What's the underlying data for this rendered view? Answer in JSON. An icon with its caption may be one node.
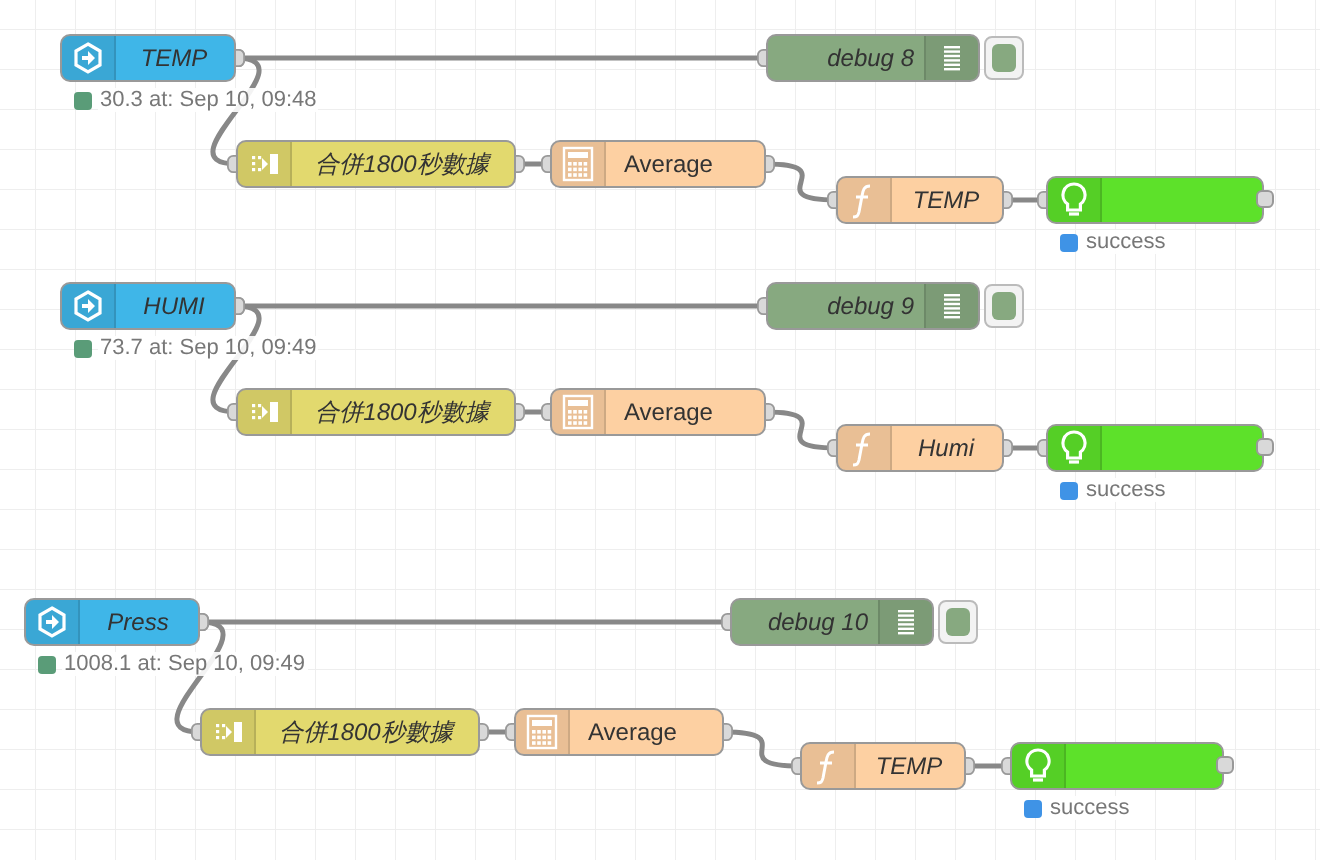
{
  "diagram": {
    "nodes": [
      {
        "text": [
          "TEMP"
        ],
        "beside": [
          "30.3 at: Sep 10, 09:48"
        ]
      },
      {
        "text": [
          "debug 8"
        ]
      },
      {
        "text": [
          "合併1800秒數據"
        ]
      },
      {
        "text": [
          "Average"
        ]
      },
      {
        "text": [
          "TEMP"
        ]
      },
      {
        "text": [],
        "shape": "box",
        "beside": [
          "success"
        ]
      },
      {
        "text": [
          "HUMI"
        ],
        "beside": [
          "73.7 at: Sep 10, 09:49"
        ]
      },
      {
        "text": [
          "debug 9"
        ]
      },
      {
        "text": [
          "合併1800秒數據"
        ]
      },
      {
        "text": [
          "Average"
        ]
      },
      {
        "text": [
          "Humi"
        ]
      },
      {
        "text": [],
        "shape": "box",
        "beside": [
          "success"
        ]
      },
      {
        "text": [
          "Press"
        ],
        "beside": [
          "1008.1 at: Sep 10, 09:49"
        ]
      },
      {
        "text": [
          "debug 10"
        ]
      },
      {
        "text": [
          "合併1800秒數據"
        ]
      },
      {
        "text": [
          "Average"
        ]
      },
      {
        "text": [
          "TEMP"
        ]
      },
      {
        "text": [],
        "shape": "box",
        "beside": [
          "success"
        ]
      }
    ],
    "edges": [
      {
        "from": 0,
        "to": 1,
        "arrow": "other"
      },
      {
        "from": 0,
        "to": 2,
        "arrow": "other"
      },
      {
        "from": 2,
        "to": 3,
        "arrow": "other"
      },
      {
        "from": 3,
        "to": 4,
        "arrow": "other"
      },
      {
        "from": 4,
        "to": 5,
        "arrow": "other"
      },
      {
        "from": 6,
        "to": 7,
        "arrow": "other"
      },
      {
        "from": 6,
        "to": 8,
        "arrow": "other"
      },
      {
        "from": 8,
        "to": 9,
        "arrow": "other"
      },
      {
        "from": 9,
        "to": 10,
        "arrow": "other"
      },
      {
        "from": 10,
        "to": 11,
        "arrow": "other"
      },
      {
        "from": 12,
        "to": 13,
        "arrow": "other"
      },
      {
        "from": 12,
        "to": 14,
        "arrow": "other"
      },
      {
        "from": 14,
        "to": 15,
        "arrow": "other"
      },
      {
        "from": 15,
        "to": 16,
        "arrow": "other"
      },
      {
        "from": 16,
        "to": 17,
        "arrow": "other"
      }
    ]
  }
}
